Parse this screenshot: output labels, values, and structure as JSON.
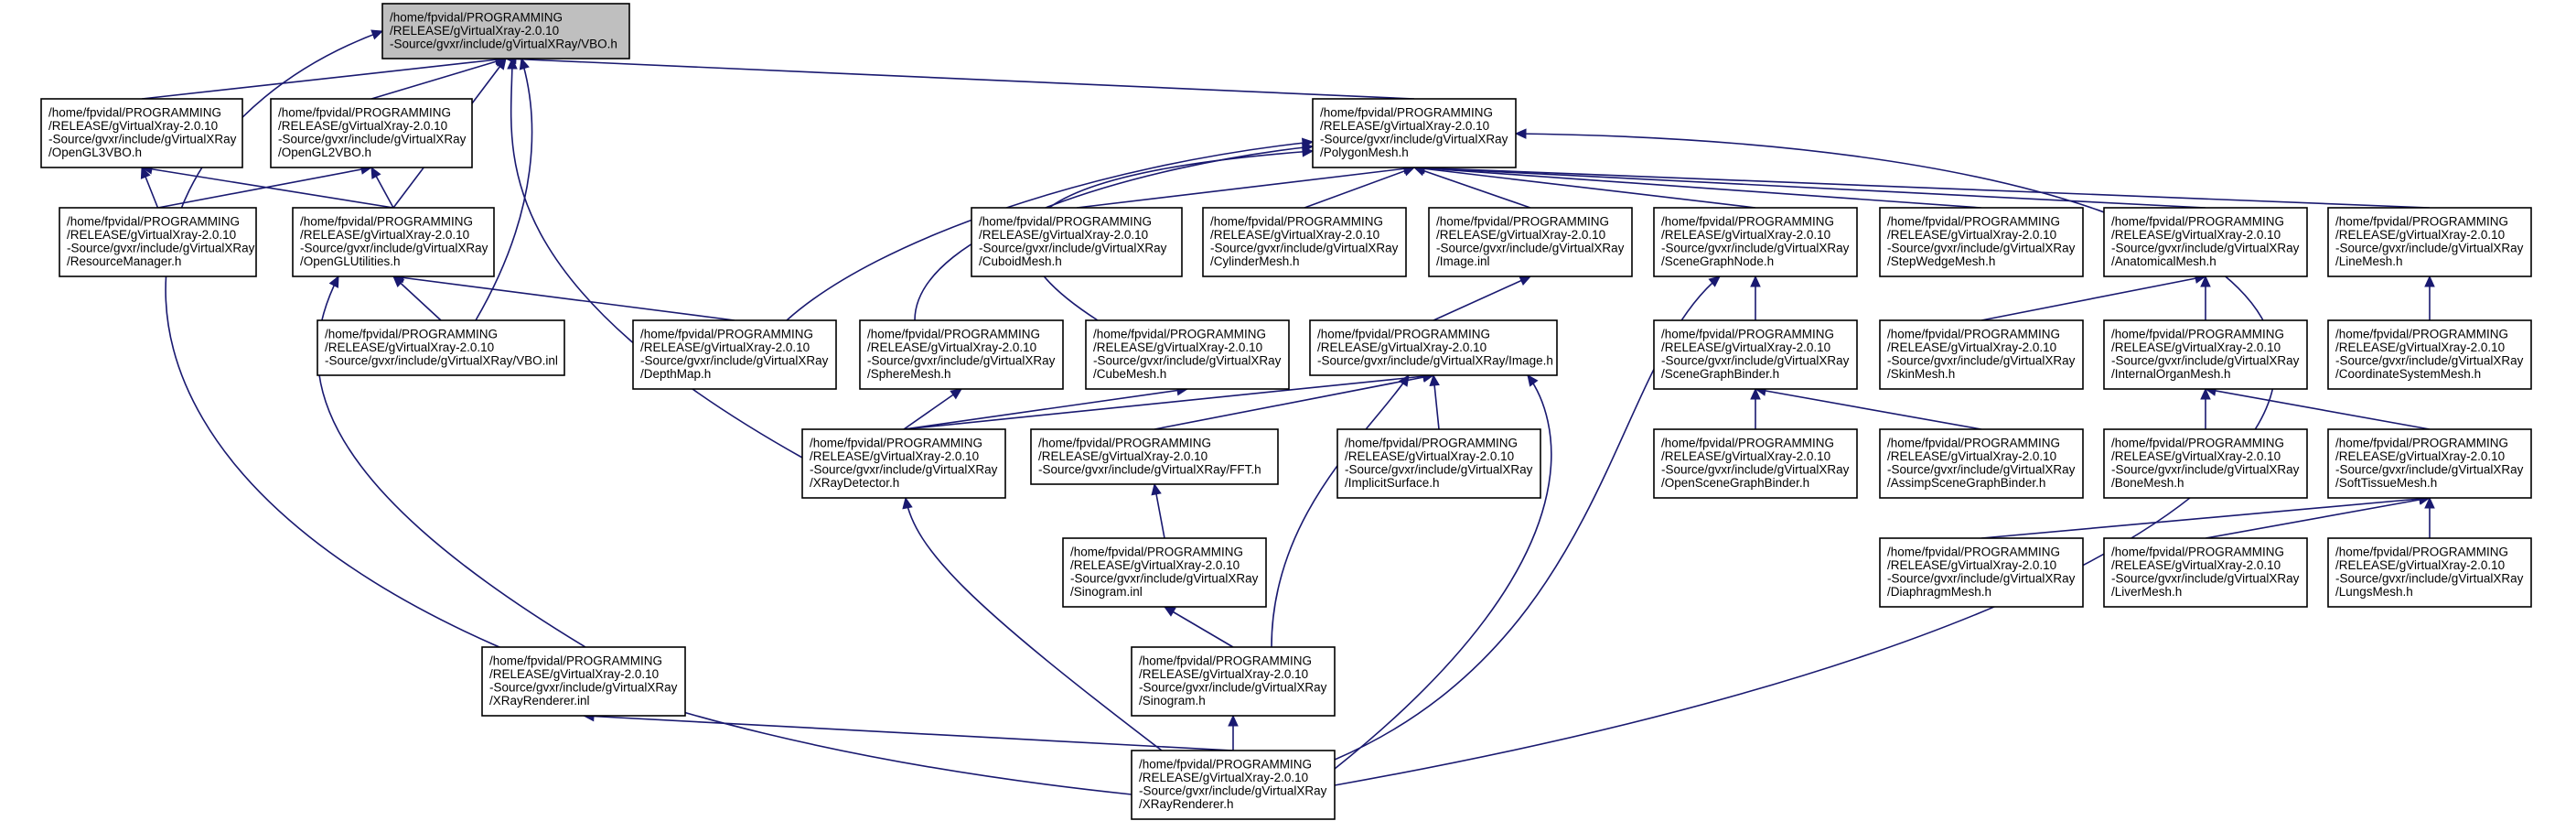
{
  "diagram": {
    "colors": {
      "node_fill": "#ffffff",
      "root_fill": "#bfbfbf",
      "border": "#000000",
      "edge": "#191970"
    },
    "nodes": [
      {
        "id": "vbo_h",
        "root": true,
        "lines": [
          "/home/fpvidal/PROGRAMMING",
          "/RELEASE/gVirtualXray-2.0.10",
          "-Source/gvxr/include/gVirtualXRay/VBO.h"
        ]
      },
      {
        "id": "opengl3vbo_h",
        "lines": [
          "/home/fpvidal/PROGRAMMING",
          "/RELEASE/gVirtualXray-2.0.10",
          "-Source/gvxr/include/gVirtualXRay",
          "/OpenGL3VBO.h"
        ]
      },
      {
        "id": "opengl2vbo_h",
        "lines": [
          "/home/fpvidal/PROGRAMMING",
          "/RELEASE/gVirtualXray-2.0.10",
          "-Source/gvxr/include/gVirtualXRay",
          "/OpenGL2VBO.h"
        ]
      },
      {
        "id": "polygonmesh_h",
        "lines": [
          "/home/fpvidal/PROGRAMMING",
          "/RELEASE/gVirtualXray-2.0.10",
          "-Source/gvxr/include/gVirtualXRay",
          "/PolygonMesh.h"
        ]
      },
      {
        "id": "resourcemanager_h",
        "lines": [
          "/home/fpvidal/PROGRAMMING",
          "/RELEASE/gVirtualXray-2.0.10",
          "-Source/gvxr/include/gVirtualXRay",
          "/ResourceManager.h"
        ]
      },
      {
        "id": "openglutilities_h",
        "lines": [
          "/home/fpvidal/PROGRAMMING",
          "/RELEASE/gVirtualXray-2.0.10",
          "-Source/gvxr/include/gVirtualXRay",
          "/OpenGLUtilities.h"
        ]
      },
      {
        "id": "cuboidmesh_h",
        "lines": [
          "/home/fpvidal/PROGRAMMING",
          "/RELEASE/gVirtualXray-2.0.10",
          "-Source/gvxr/include/gVirtualXRay",
          "/CuboidMesh.h"
        ]
      },
      {
        "id": "cylindermesh_h",
        "lines": [
          "/home/fpvidal/PROGRAMMING",
          "/RELEASE/gVirtualXray-2.0.10",
          "-Source/gvxr/include/gVirtualXRay",
          "/CylinderMesh.h"
        ]
      },
      {
        "id": "image_inl",
        "lines": [
          "/home/fpvidal/PROGRAMMING",
          "/RELEASE/gVirtualXray-2.0.10",
          "-Source/gvxr/include/gVirtualXRay",
          "/Image.inl"
        ]
      },
      {
        "id": "scenegraphnode_h",
        "lines": [
          "/home/fpvidal/PROGRAMMING",
          "/RELEASE/gVirtualXray-2.0.10",
          "-Source/gvxr/include/gVirtualXRay",
          "/SceneGraphNode.h"
        ]
      },
      {
        "id": "stepwedgemesh_h",
        "lines": [
          "/home/fpvidal/PROGRAMMING",
          "/RELEASE/gVirtualXray-2.0.10",
          "-Source/gvxr/include/gVirtualXRay",
          "/StepWedgeMesh.h"
        ]
      },
      {
        "id": "anatomicalmesh_h",
        "lines": [
          "/home/fpvidal/PROGRAMMING",
          "/RELEASE/gVirtualXray-2.0.10",
          "-Source/gvxr/include/gVirtualXRay",
          "/AnatomicalMesh.h"
        ]
      },
      {
        "id": "linemesh_h",
        "lines": [
          "/home/fpvidal/PROGRAMMING",
          "/RELEASE/gVirtualXray-2.0.10",
          "-Source/gvxr/include/gVirtualXRay",
          "/LineMesh.h"
        ]
      },
      {
        "id": "vbo_inl",
        "lines": [
          "/home/fpvidal/PROGRAMMING",
          "/RELEASE/gVirtualXray-2.0.10",
          "-Source/gvxr/include/gVirtualXRay/VBO.inl"
        ]
      },
      {
        "id": "depthmap_h",
        "lines": [
          "/home/fpvidal/PROGRAMMING",
          "/RELEASE/gVirtualXray-2.0.10",
          "-Source/gvxr/include/gVirtualXRay",
          "/DepthMap.h"
        ]
      },
      {
        "id": "spheremesh_h",
        "lines": [
          "/home/fpvidal/PROGRAMMING",
          "/RELEASE/gVirtualXray-2.0.10",
          "-Source/gvxr/include/gVirtualXRay",
          "/SphereMesh.h"
        ]
      },
      {
        "id": "cubemesh_h",
        "lines": [
          "/home/fpvidal/PROGRAMMING",
          "/RELEASE/gVirtualXray-2.0.10",
          "-Source/gvxr/include/gVirtualXRay",
          "/CubeMesh.h"
        ]
      },
      {
        "id": "image_h",
        "lines": [
          "/home/fpvidal/PROGRAMMING",
          "/RELEASE/gVirtualXray-2.0.10",
          "-Source/gvxr/include/gVirtualXRay/Image.h"
        ]
      },
      {
        "id": "scenegraphbinder_h",
        "lines": [
          "/home/fpvidal/PROGRAMMING",
          "/RELEASE/gVirtualXray-2.0.10",
          "-Source/gvxr/include/gVirtualXRay",
          "/SceneGraphBinder.h"
        ]
      },
      {
        "id": "skinmesh_h",
        "lines": [
          "/home/fpvidal/PROGRAMMING",
          "/RELEASE/gVirtualXray-2.0.10",
          "-Source/gvxr/include/gVirtualXRay",
          "/SkinMesh.h"
        ]
      },
      {
        "id": "internalorganmesh_h",
        "lines": [
          "/home/fpvidal/PROGRAMMING",
          "/RELEASE/gVirtualXray-2.0.10",
          "-Source/gvxr/include/gVirtualXRay",
          "/InternalOrganMesh.h"
        ]
      },
      {
        "id": "coordinatesystemmesh_h",
        "lines": [
          "/home/fpvidal/PROGRAMMING",
          "/RELEASE/gVirtualXray-2.0.10",
          "-Source/gvxr/include/gVirtualXRay",
          "/CoordinateSystemMesh.h"
        ]
      },
      {
        "id": "xraydetector_h",
        "lines": [
          "/home/fpvidal/PROGRAMMING",
          "/RELEASE/gVirtualXray-2.0.10",
          "-Source/gvxr/include/gVirtualXRay",
          "/XRayDetector.h"
        ]
      },
      {
        "id": "fft_h",
        "lines": [
          "/home/fpvidal/PROGRAMMING",
          "/RELEASE/gVirtualXray-2.0.10",
          "-Source/gvxr/include/gVirtualXRay/FFT.h"
        ]
      },
      {
        "id": "implicitsurface_h",
        "lines": [
          "/home/fpvidal/PROGRAMMING",
          "/RELEASE/gVirtualXray-2.0.10",
          "-Source/gvxr/include/gVirtualXRay",
          "/ImplicitSurface.h"
        ]
      },
      {
        "id": "openscenegraphbinder_h",
        "lines": [
          "/home/fpvidal/PROGRAMMING",
          "/RELEASE/gVirtualXray-2.0.10",
          "-Source/gvxr/include/gVirtualXRay",
          "/OpenSceneGraphBinder.h"
        ]
      },
      {
        "id": "assimpscenegraphbinder_h",
        "lines": [
          "/home/fpvidal/PROGRAMMING",
          "/RELEASE/gVirtualXray-2.0.10",
          "-Source/gvxr/include/gVirtualXRay",
          "/AssimpSceneGraphBinder.h"
        ]
      },
      {
        "id": "bonemesh_h",
        "lines": [
          "/home/fpvidal/PROGRAMMING",
          "/RELEASE/gVirtualXray-2.0.10",
          "-Source/gvxr/include/gVirtualXRay",
          "/BoneMesh.h"
        ]
      },
      {
        "id": "softtissuemesh_h",
        "lines": [
          "/home/fpvidal/PROGRAMMING",
          "/RELEASE/gVirtualXray-2.0.10",
          "-Source/gvxr/include/gVirtualXRay",
          "/SoftTissueMesh.h"
        ]
      },
      {
        "id": "sinogram_inl",
        "lines": [
          "/home/fpvidal/PROGRAMMING",
          "/RELEASE/gVirtualXray-2.0.10",
          "-Source/gvxr/include/gVirtualXRay",
          "/Sinogram.inl"
        ]
      },
      {
        "id": "diaphragmmesh_h",
        "lines": [
          "/home/fpvidal/PROGRAMMING",
          "/RELEASE/gVirtualXray-2.0.10",
          "-Source/gvxr/include/gVirtualXRay",
          "/DiaphragmMesh.h"
        ]
      },
      {
        "id": "livermesh_h",
        "lines": [
          "/home/fpvidal/PROGRAMMING",
          "/RELEASE/gVirtualXray-2.0.10",
          "-Source/gvxr/include/gVirtualXRay",
          "/LiverMesh.h"
        ]
      },
      {
        "id": "lungsmesh_h",
        "lines": [
          "/home/fpvidal/PROGRAMMING",
          "/RELEASE/gVirtualXray-2.0.10",
          "-Source/gvxr/include/gVirtualXRay",
          "/LungsMesh.h"
        ]
      },
      {
        "id": "xrayrenderer_inl",
        "lines": [
          "/home/fpvidal/PROGRAMMING",
          "/RELEASE/gVirtualXray-2.0.10",
          "-Source/gvxr/include/gVirtualXRay",
          "/XRayRenderer.inl"
        ]
      },
      {
        "id": "sinogram_h",
        "lines": [
          "/home/fpvidal/PROGRAMMING",
          "/RELEASE/gVirtualXray-2.0.10",
          "-Source/gvxr/include/gVirtualXRay",
          "/Sinogram.h"
        ]
      },
      {
        "id": "xrayrenderer_h",
        "lines": [
          "/home/fpvidal/PROGRAMMING",
          "/RELEASE/gVirtualXray-2.0.10",
          "-Source/gvxr/include/gVirtualXRay",
          "/XRayRenderer.h"
        ]
      }
    ],
    "edges": [
      {
        "from": "opengl3vbo_h",
        "to": "vbo_h"
      },
      {
        "from": "opengl2vbo_h",
        "to": "vbo_h"
      },
      {
        "from": "polygonmesh_h",
        "to": "vbo_h"
      },
      {
        "from": "openglutilities_h",
        "to": "vbo_h"
      },
      {
        "from": "vbo_inl",
        "to": "vbo_h"
      },
      {
        "from": "xraydetector_h",
        "to": "vbo_h"
      },
      {
        "from": "xrayrenderer_h",
        "to": "vbo_h"
      },
      {
        "from": "resourcemanager_h",
        "to": "opengl3vbo_h"
      },
      {
        "from": "openglutilities_h",
        "to": "opengl3vbo_h"
      },
      {
        "from": "resourcemanager_h",
        "to": "opengl2vbo_h"
      },
      {
        "from": "openglutilities_h",
        "to": "opengl2vbo_h"
      },
      {
        "from": "vbo_inl",
        "to": "openglutilities_h"
      },
      {
        "from": "depthmap_h",
        "to": "openglutilities_h"
      },
      {
        "from": "xrayrenderer_inl",
        "to": "openglutilities_h"
      },
      {
        "from": "depthmap_h",
        "to": "polygonmesh_h"
      },
      {
        "from": "spheremesh_h",
        "to": "polygonmesh_h"
      },
      {
        "from": "cubemesh_h",
        "to": "polygonmesh_h"
      },
      {
        "from": "cuboidmesh_h",
        "to": "polygonmesh_h"
      },
      {
        "from": "cylindermesh_h",
        "to": "polygonmesh_h"
      },
      {
        "from": "image_inl",
        "to": "polygonmesh_h"
      },
      {
        "from": "scenegraphnode_h",
        "to": "polygonmesh_h"
      },
      {
        "from": "stepwedgemesh_h",
        "to": "polygonmesh_h"
      },
      {
        "from": "anatomicalmesh_h",
        "to": "polygonmesh_h"
      },
      {
        "from": "linemesh_h",
        "to": "polygonmesh_h"
      },
      {
        "from": "xrayrenderer_h",
        "to": "polygonmesh_h"
      },
      {
        "from": "image_h",
        "to": "image_inl"
      },
      {
        "from": "xraydetector_h",
        "to": "spheremesh_h"
      },
      {
        "from": "xraydetector_h",
        "to": "cubemesh_h"
      },
      {
        "from": "xraydetector_h",
        "to": "image_h"
      },
      {
        "from": "fft_h",
        "to": "image_h"
      },
      {
        "from": "implicitsurface_h",
        "to": "image_h"
      },
      {
        "from": "sinogram_h",
        "to": "image_h"
      },
      {
        "from": "xrayrenderer_h",
        "to": "image_h"
      },
      {
        "from": "sinogram_inl",
        "to": "fft_h"
      },
      {
        "from": "sinogram_h",
        "to": "sinogram_inl"
      },
      {
        "from": "xrayrenderer_h",
        "to": "sinogram_h"
      },
      {
        "from": "xrayrenderer_h",
        "to": "xraydetector_h"
      },
      {
        "from": "xrayrenderer_h",
        "to": "xrayrenderer_inl"
      },
      {
        "from": "scenegraphbinder_h",
        "to": "scenegraphnode_h"
      },
      {
        "from": "xrayrenderer_h",
        "to": "scenegraphnode_h"
      },
      {
        "from": "openscenegraphbinder_h",
        "to": "scenegraphbinder_h"
      },
      {
        "from": "assimpscenegraphbinder_h",
        "to": "scenegraphbinder_h"
      },
      {
        "from": "skinmesh_h",
        "to": "anatomicalmesh_h"
      },
      {
        "from": "internalorganmesh_h",
        "to": "anatomicalmesh_h"
      },
      {
        "from": "bonemesh_h",
        "to": "internalorganmesh_h"
      },
      {
        "from": "softtissuemesh_h",
        "to": "internalorganmesh_h"
      },
      {
        "from": "diaphragmmesh_h",
        "to": "softtissuemesh_h"
      },
      {
        "from": "livermesh_h",
        "to": "softtissuemesh_h"
      },
      {
        "from": "lungsmesh_h",
        "to": "softtissuemesh_h"
      },
      {
        "from": "coordinatesystemmesh_h",
        "to": "linemesh_h"
      }
    ]
  }
}
